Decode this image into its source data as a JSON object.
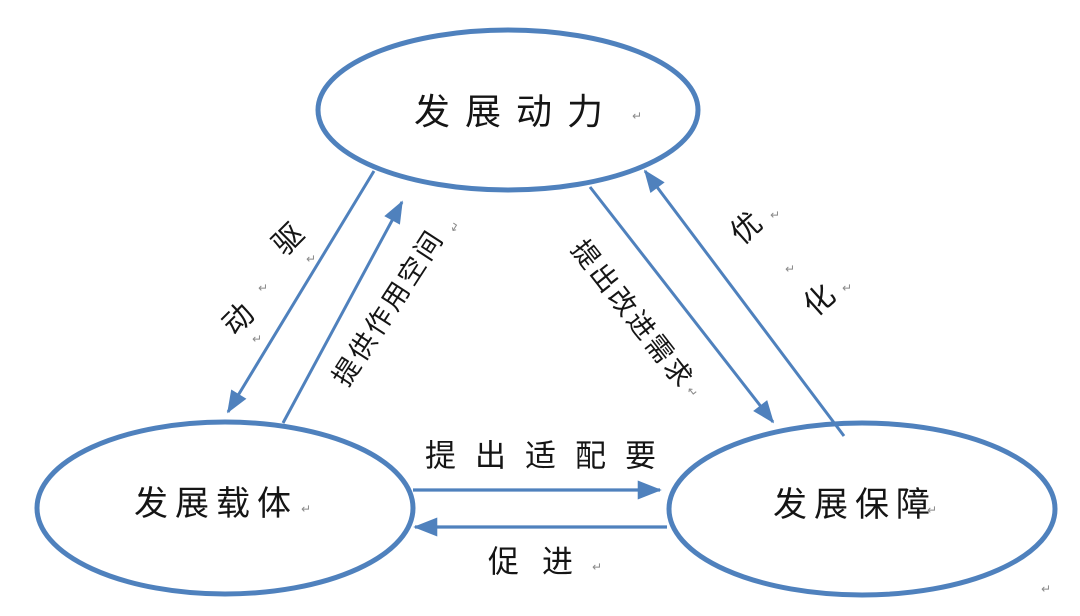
{
  "diagram": {
    "background": "#ffffff",
    "accent_color": "#4f81bd",
    "text_color": "#151515",
    "paragraph_mark": "↵",
    "nodes": {
      "power": {
        "label": "发展动力"
      },
      "carrier": {
        "label": "发展载体"
      },
      "guarantee": {
        "label": "发展保障"
      }
    },
    "edges": {
      "drive": {
        "label": "驱动",
        "char_top": "驱",
        "char_bottom": "动",
        "from": "发展动力",
        "to": "发展载体"
      },
      "provide_space": {
        "label": "提供作用空间",
        "from": "发展载体",
        "to": "发展动力"
      },
      "improvement_demand": {
        "label": "提出改进需求",
        "from": "发展动力",
        "to": "发展保障"
      },
      "optimize": {
        "label": "优化",
        "char_top": "优",
        "char_bottom": "化",
        "from": "发展保障",
        "to": "发展动力"
      },
      "adaptation_requirement": {
        "label": "提出适配要",
        "from": "发展载体",
        "to": "发展保障"
      },
      "promote": {
        "label": "促进",
        "from": "发展保障",
        "to": "发展载体"
      }
    }
  }
}
